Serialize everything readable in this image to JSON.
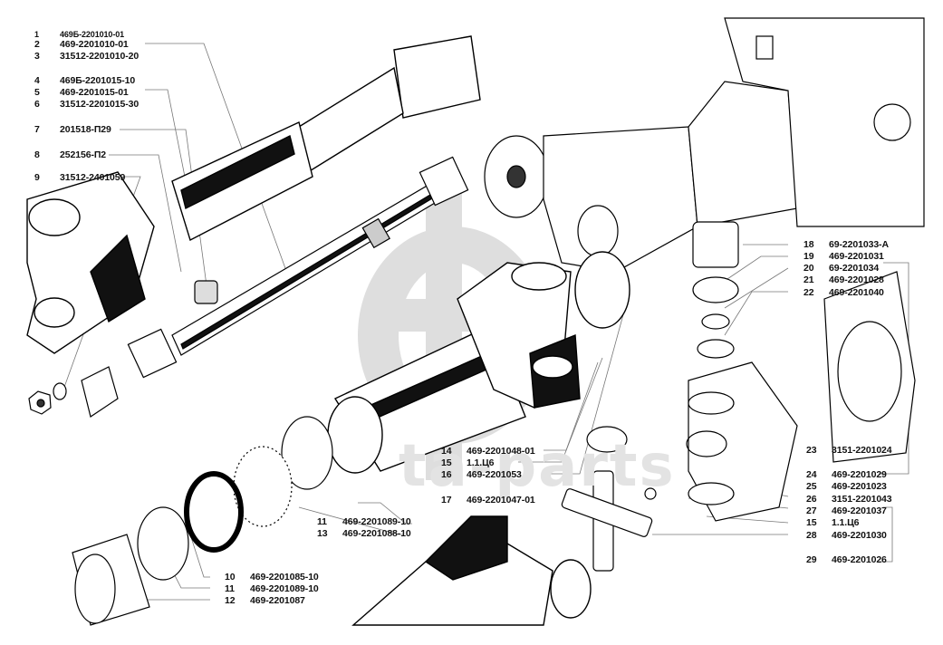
{
  "watermark": {
    "text": "ta-parts",
    "color": "#d9d9d9"
  },
  "labels": [
    {
      "num": "1",
      "code": "469Б-2201010-01"
    },
    {
      "num": "2",
      "code": "469-2201010-01"
    },
    {
      "num": "3",
      "code": "31512-2201010-20"
    },
    {
      "num": "4",
      "code": "469Б-2201015-10"
    },
    {
      "num": "5",
      "code": "469-2201015-01"
    },
    {
      "num": "6",
      "code": "31512-2201015-30"
    },
    {
      "num": "7",
      "code": "201518-П29"
    },
    {
      "num": "8",
      "code": "252156-П2"
    },
    {
      "num": "9",
      "code": "31512-2401059"
    },
    {
      "num": "11",
      "code": "469-2201089-10"
    },
    {
      "num": "13",
      "code": "469-2201088-10"
    },
    {
      "num": "10",
      "code": "469-2201085-10"
    },
    {
      "num": "11",
      "code": "469-2201089-10"
    },
    {
      "num": "12",
      "code": "469-2201087"
    },
    {
      "num": "14",
      "code": "469-2201048-01"
    },
    {
      "num": "15",
      "code": "1.1.Ц6"
    },
    {
      "num": "16",
      "code": "469-2201053"
    },
    {
      "num": "17",
      "code": "469-2201047-01"
    },
    {
      "num": "18",
      "code": "69-2201033-А"
    },
    {
      "num": "19",
      "code": "469-2201031"
    },
    {
      "num": "20",
      "code": "69-2201034"
    },
    {
      "num": "21",
      "code": "469-2201028"
    },
    {
      "num": "22",
      "code": "469-2201040"
    },
    {
      "num": "23",
      "code": "3151-2201024"
    },
    {
      "num": "24",
      "code": "469-2201029"
    },
    {
      "num": "25",
      "code": "469-2201023"
    },
    {
      "num": "26",
      "code": "3151-2201043"
    },
    {
      "num": "27",
      "code": "469-2201037"
    },
    {
      "num": "15",
      "code": "1.1.Ц6"
    },
    {
      "num": "28",
      "code": "469-2201030"
    },
    {
      "num": "29",
      "code": "469-2201026"
    }
  ]
}
